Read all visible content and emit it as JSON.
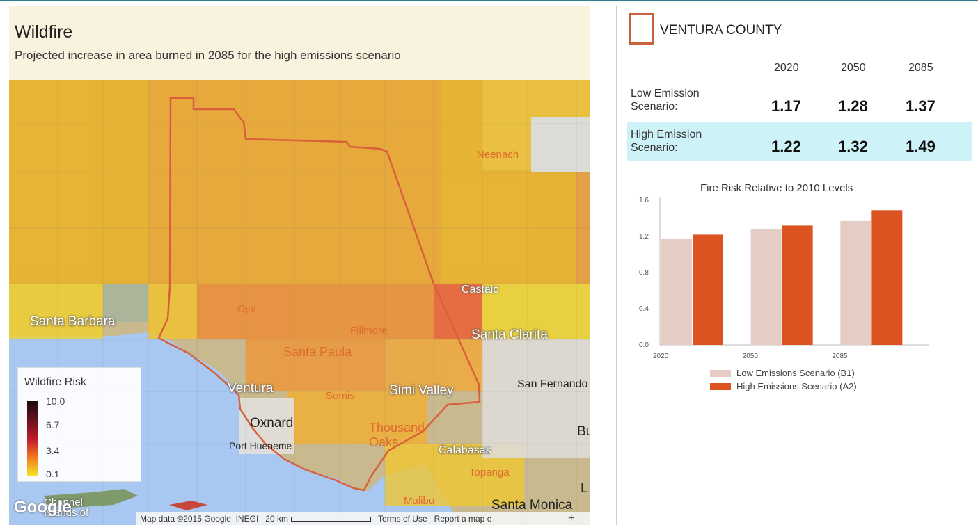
{
  "map": {
    "title": "Wildfire",
    "subtitle": "Projected increase in area burned in 2085 for the high emissions scenario",
    "places": {
      "neenach": "Neenach",
      "castaic": "Castaic",
      "santa_barbara": "Santa Barbara",
      "ojai": "Ojai",
      "fillmore": "Fillmore",
      "santa_clarita": "Santa Clarita",
      "santa_paula": "Santa Paula",
      "ventura": "Ventura",
      "somis": "Somis",
      "simi_valley": "Simi Valley",
      "san_fernando": "San Fernando",
      "oxnard": "Oxnard",
      "thousand_oaks": "Thousand Oaks",
      "port_hueneme": "Port Hueneme",
      "calabasas": "Calabasas",
      "bu": "Bu",
      "topanga": "Topanga",
      "malibu": "Malibu",
      "santa_monica": "Santa Monica",
      "l": "L",
      "channel_islands": "Channel Islands of"
    },
    "legend": {
      "title": "Wildfire Risk",
      "ticks": [
        "10.0",
        "6.7",
        "3.4",
        "0.1"
      ]
    },
    "attribution": {
      "map_data": "Map data ©2015 Google, INEGI",
      "scale": "20 km",
      "terms": "Terms of Use",
      "report": "Report a map e"
    },
    "google_logo": "Google",
    "zoom_plus": "+"
  },
  "county": {
    "name": "VENTURA COUNTY",
    "accent_color": "#c8633a",
    "years": [
      "2020",
      "2050",
      "2085"
    ],
    "rows": [
      {
        "label_line1": "Low Emission",
        "label_line2": "Scenario:",
        "values": [
          "1.17",
          "1.28",
          "1.37"
        ]
      },
      {
        "label_line1": "High Emission",
        "label_line2": "Scenario:",
        "values": [
          "1.22",
          "1.32",
          "1.49"
        ]
      }
    ]
  },
  "chart_data": {
    "type": "bar",
    "title": "Fire Risk Relative to 2010 Levels",
    "categories": [
      "2020",
      "2050",
      "2085"
    ],
    "series": [
      {
        "name": "Low Emissions Scenario (B1)",
        "values": [
          1.17,
          1.28,
          1.37
        ],
        "color": "#e5cdc6"
      },
      {
        "name": "High Emissions Scenario (A2)",
        "values": [
          1.22,
          1.32,
          1.49
        ],
        "color": "#dc5220"
      }
    ],
    "yticks": [
      "0.0",
      "0.4",
      "0.8",
      "1.2",
      "1.6"
    ],
    "ylim": [
      0,
      1.6
    ],
    "legend_position": "bottom",
    "grid": false
  }
}
